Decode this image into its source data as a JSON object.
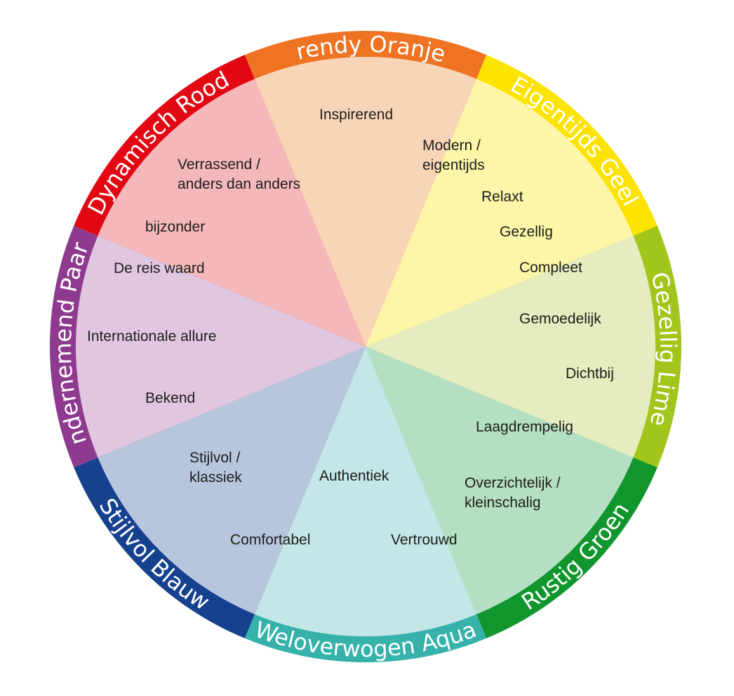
{
  "segments": [
    {
      "id": "oranje",
      "label": "Trendy Oranje",
      "ring_color": "#ee7423",
      "fill_color": "#f9d5b7",
      "traits": [
        [
          "Inspirerend"
        ]
      ]
    },
    {
      "id": "geel",
      "label": "Eigentijds Geel",
      "ring_color": "#fce300",
      "fill_color": "#fdf6a8",
      "traits": [
        [
          "Modern /",
          "eigentijds"
        ],
        [
          "Relaxt"
        ],
        [
          "Gezellig"
        ]
      ]
    },
    {
      "id": "lime",
      "label": "Gezellig Lime",
      "ring_color": "#a2c51b",
      "fill_color": "#e5ecbf",
      "traits": [
        [
          "Compleet"
        ],
        [
          "Gemoedelijk"
        ],
        [
          "Dichtbij"
        ]
      ]
    },
    {
      "id": "groen",
      "label": "Rustig Groen",
      "ring_color": "#11962d",
      "fill_color": "#b5dfc3",
      "traits": [
        [
          "Laagdrempelig"
        ],
        [
          "Overzichtelijk /",
          "kleinschalig"
        ],
        [
          "Vertrouwd"
        ]
      ]
    },
    {
      "id": "aqua",
      "label": "Weloverwogen Aqua",
      "ring_color": "#36b2ab",
      "fill_color": "#c4e6e6",
      "traits": [
        [
          "Authentiek"
        ]
      ]
    },
    {
      "id": "blauw",
      "label": "Stijlvol Blauw",
      "ring_color": "#16418f",
      "fill_color": "#b8c6dd",
      "traits": [
        [
          "Stijlvol /",
          "klassiek"
        ],
        [
          "Comfortabel"
        ]
      ]
    },
    {
      "id": "paars",
      "label": "Ondernemend Paars",
      "ring_color": "#8e3b8f",
      "fill_color": "#e1c6df",
      "traits": [
        [
          "Internationale allure"
        ],
        [
          "Bekend"
        ]
      ]
    },
    {
      "id": "rood",
      "label": "Dynamisch Rood",
      "ring_color": "#e30613",
      "fill_color": "#f5b8ba",
      "traits": [
        [
          "Verrassend /",
          "anders dan anders"
        ],
        [
          "bijzonder"
        ],
        [
          "De reis waard"
        ]
      ]
    }
  ]
}
